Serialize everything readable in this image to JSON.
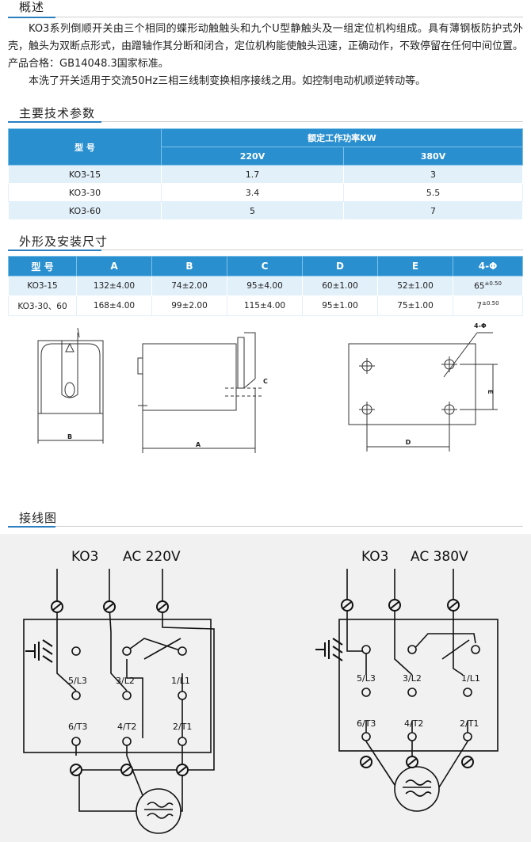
{
  "overview": {
    "title": "概述",
    "paragraphs": [
      "KO3系列倒顺开关由三个相同的蝶形动触触头和九个U型静触头及一组定位机构组成。具有薄钢板防护式外壳，触头为双断点形式，由蹭轴作其分断和闭合，定位机构能使触头迅速，正确动作，不致停留在任何中间位置。产品合格：GB14048.3国家标准。",
      "本洗了开关适用于交流50Hz三相三线制变换相序接线之用。如控制电动机顺逆转动等。"
    ]
  },
  "params": {
    "title": "主要技术参数",
    "model_header": "型  号",
    "power_header": "额定工作功率KW",
    "voltage_headers": [
      "220V",
      "380V"
    ],
    "rows": [
      {
        "model": "KO3-15",
        "v220": "1.7",
        "v380": "3"
      },
      {
        "model": "KO3-30",
        "v220": "3.4",
        "v380": "5.5"
      },
      {
        "model": "KO3-60",
        "v220": "5",
        "v380": "7"
      }
    ]
  },
  "dims": {
    "title": "外形及安装尺寸",
    "headers": [
      "型 号",
      "A",
      "B",
      "C",
      "D",
      "E",
      "4-Φ"
    ],
    "rows": [
      {
        "model": "KO3-15",
        "A": "132±4.00",
        "B": "74±2.00",
        "C": "95±4.00",
        "D": "60±1.00",
        "E": "52±1.00",
        "phi": "65",
        "phi_tol": "±0.50"
      },
      {
        "model": "KO3-30、60",
        "A": "168±4.00",
        "B": "99±2.00",
        "C": "115±4.00",
        "D": "95±1.00",
        "E": "75±1.00",
        "phi": "7",
        "phi_tol": "±0.50"
      }
    ]
  },
  "drawing_labels": {
    "b": "B",
    "a": "A",
    "c": "C",
    "d": "D",
    "e": "E",
    "holes": "4-Φ"
  },
  "wiring": {
    "title": "接线图",
    "left": {
      "model": "KO3",
      "voltage": "AC 220V"
    },
    "right": {
      "model": "KO3",
      "voltage": "AC 380V"
    },
    "terminals": {
      "t1": "5/L3",
      "t2": "3/L2",
      "t3": "1/L1",
      "t4": "6/T3",
      "t5": "4/T2",
      "t6": "2/T1"
    }
  },
  "colors": {
    "accent": "#2a8fcf",
    "row_tint": "#e2f0fa"
  }
}
